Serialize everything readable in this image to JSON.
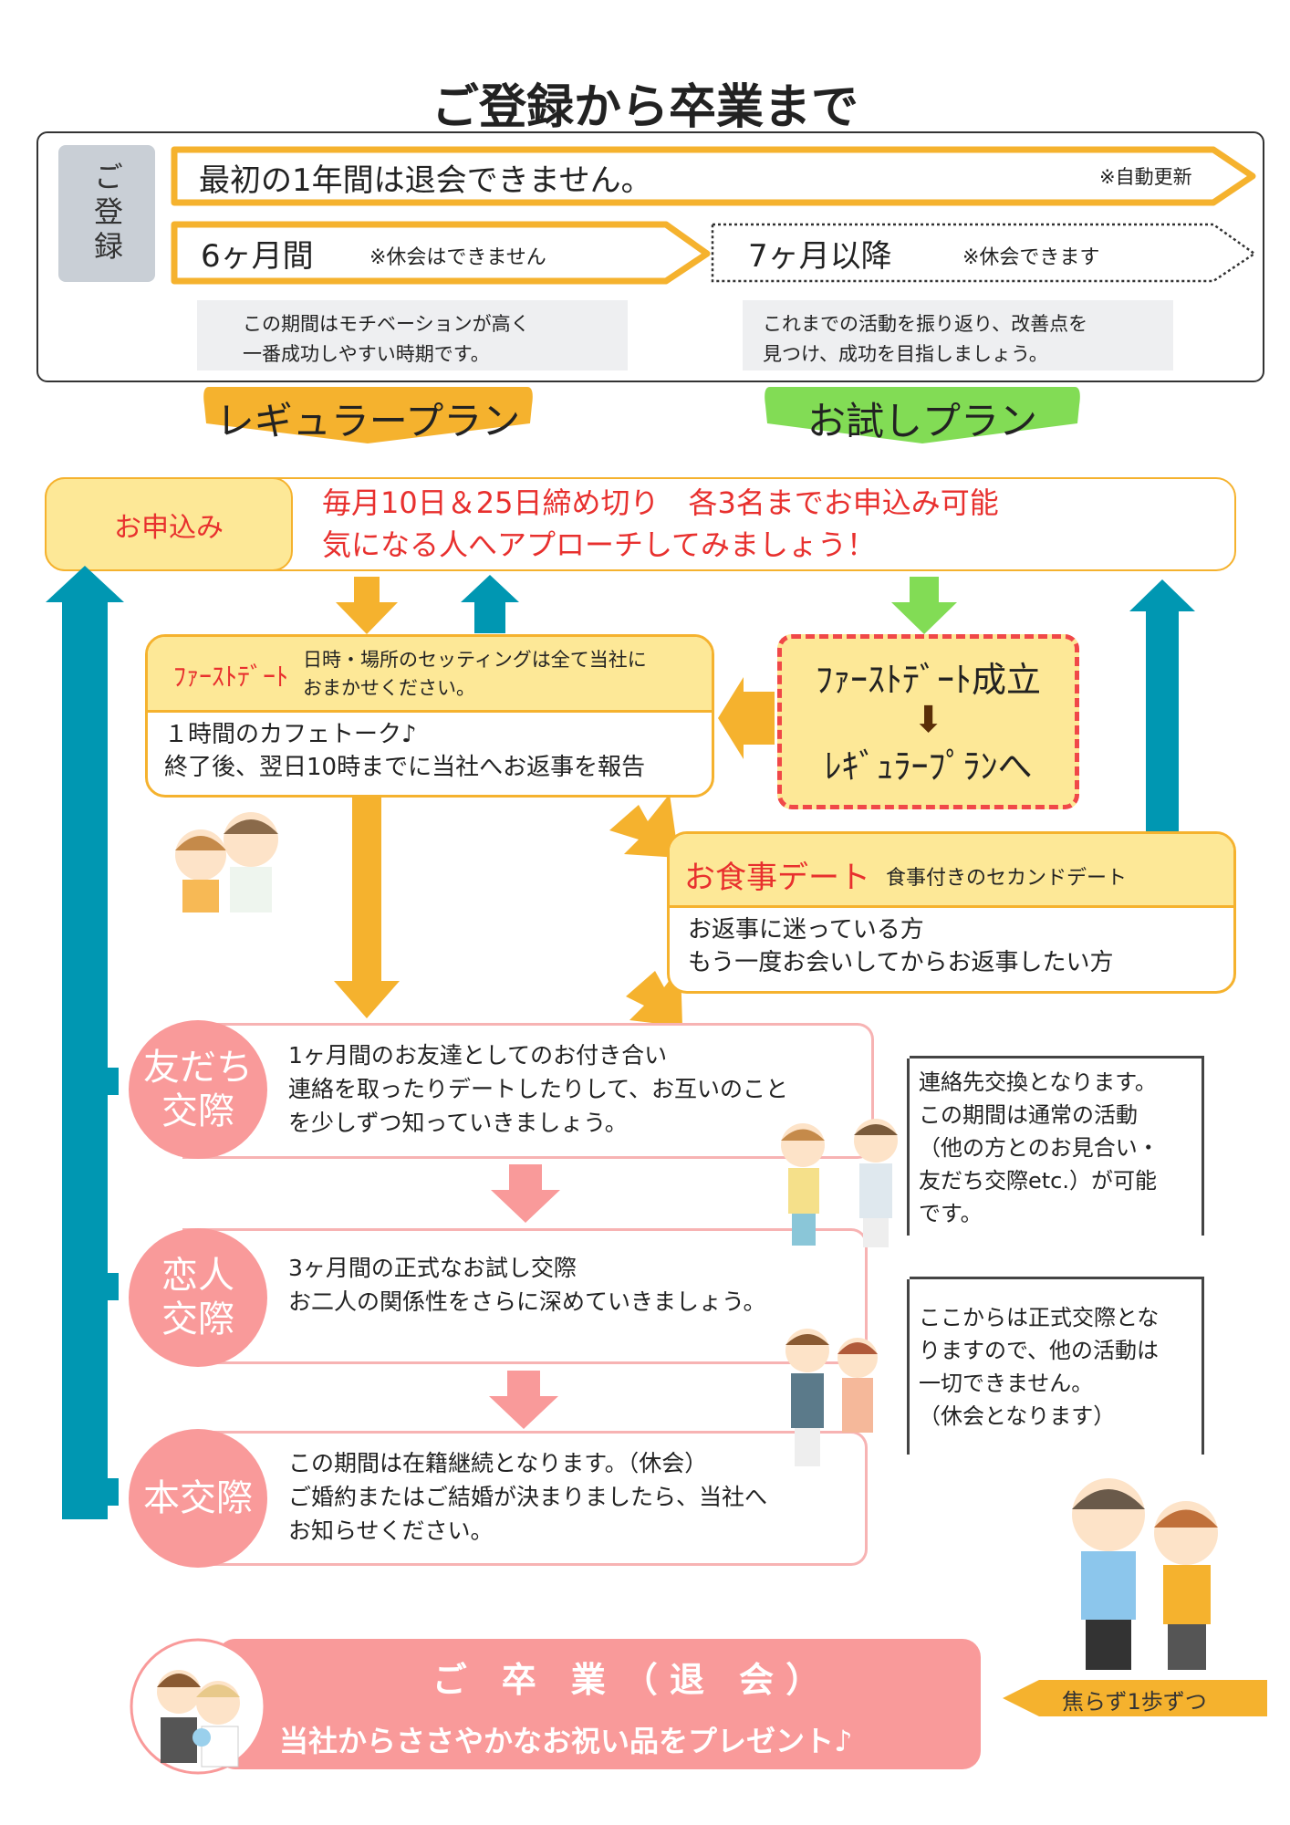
{
  "title": "ご登録から卒業まで",
  "registration": {
    "label": "ご登録",
    "row1": "最初の1年間は退会できません。",
    "row1_note": "※自動更新",
    "period1": "6ヶ月間",
    "period1_note": "※休会はできません",
    "period2": "7ヶ月以降",
    "period2_note": "※休会できます",
    "note1_line1": "この期間はモチベーションが高く",
    "note1_line2": "一番成功しやすい時期です。",
    "note2_line1": "これまでの活動を振り返り、改善点を",
    "note2_line2": "見つけ、成功を目指しましょう。"
  },
  "plans": {
    "regular": "レギュラープラン",
    "trial": "お試しプラン"
  },
  "apply": {
    "label": "お申込み",
    "line1": "毎月10日＆25日締め切り　各3名までお申込み可能",
    "line2": "気になる人へアプローチしてみましょう！"
  },
  "first_date": {
    "title": "ﾌｧｰｽﾄﾃﾞｰﾄ",
    "desc_line1": "日時・場所のセッティングは全て当社に",
    "desc_line2": "おまかせください。",
    "body_line1": "１時間のカフェトーク♪",
    "body_line2": "終了後、翌日10時までに当社へお返事を報告"
  },
  "first_date_success": {
    "line1": "ﾌｧｰｽﾄﾃﾞｰﾄ成立",
    "line2": "ﾚｷﾞｭﾗｰﾌﾟﾗﾝへ"
  },
  "meal_date": {
    "title": "お食事デート",
    "desc": "食事付きのセカンドデート",
    "body_line1": "お返事に迷っている方",
    "body_line2": "もう一度お会いしてからお返事したい方"
  },
  "stages": [
    {
      "label": "友だち\n交際",
      "lines": [
        "1ヶ月間のお友達としてのお付き合い",
        "連絡を取ったりデートしたりして、お互いのこと",
        "を少しずつ知っていきましょう。"
      ]
    },
    {
      "label": "恋人\n交際",
      "lines": [
        "3ヶ月間の正式なお試し交際",
        "お二人の関係性をさらに深めていきましょう。"
      ]
    },
    {
      "label": "本交際",
      "lines": [
        "この期間は在籍継続となります。（休会）",
        "ご婚約またはご結婚が決まりましたら、当社へ",
        "お知らせください。"
      ]
    }
  ],
  "notes": [
    {
      "lines": [
        "連絡先交換となります。",
        "この期間は通常の活動",
        "（他の方とのお見合い・",
        "友だち交際etc.）が可能",
        "です。"
      ]
    },
    {
      "lines": [
        "ここからは正式交際とな",
        "りますので、他の活動は",
        "一切できません。",
        "（休会となります）"
      ]
    }
  ],
  "graduation": {
    "title": "ご　卒　業　（ 退　会 ）",
    "subtitle": "当社からささやかなお祝い品をプレゼント♪"
  },
  "motto": "焦らず1歩ずつ",
  "colors": {
    "orange": "#f5b22e",
    "yellow": "#fde897",
    "red": "#e8302e",
    "pink": "#f99a9a",
    "teal": "#0097b2",
    "green": "#82dc55"
  }
}
